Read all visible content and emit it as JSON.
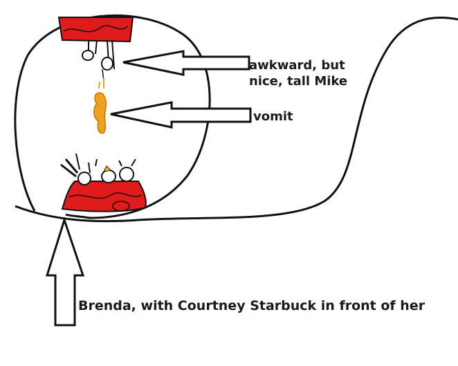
{
  "labels": {
    "mike_line1": "awkward, but",
    "mike_line2": "nice, tall Mike",
    "vomit": "vomit",
    "brenda": "Brenda, with Courtney Starbuck in front of her"
  },
  "colors": {
    "ink": "#111111",
    "car_red": "#e01b1b",
    "vomit_orange": "#f0a020",
    "background": "#ffffff"
  }
}
